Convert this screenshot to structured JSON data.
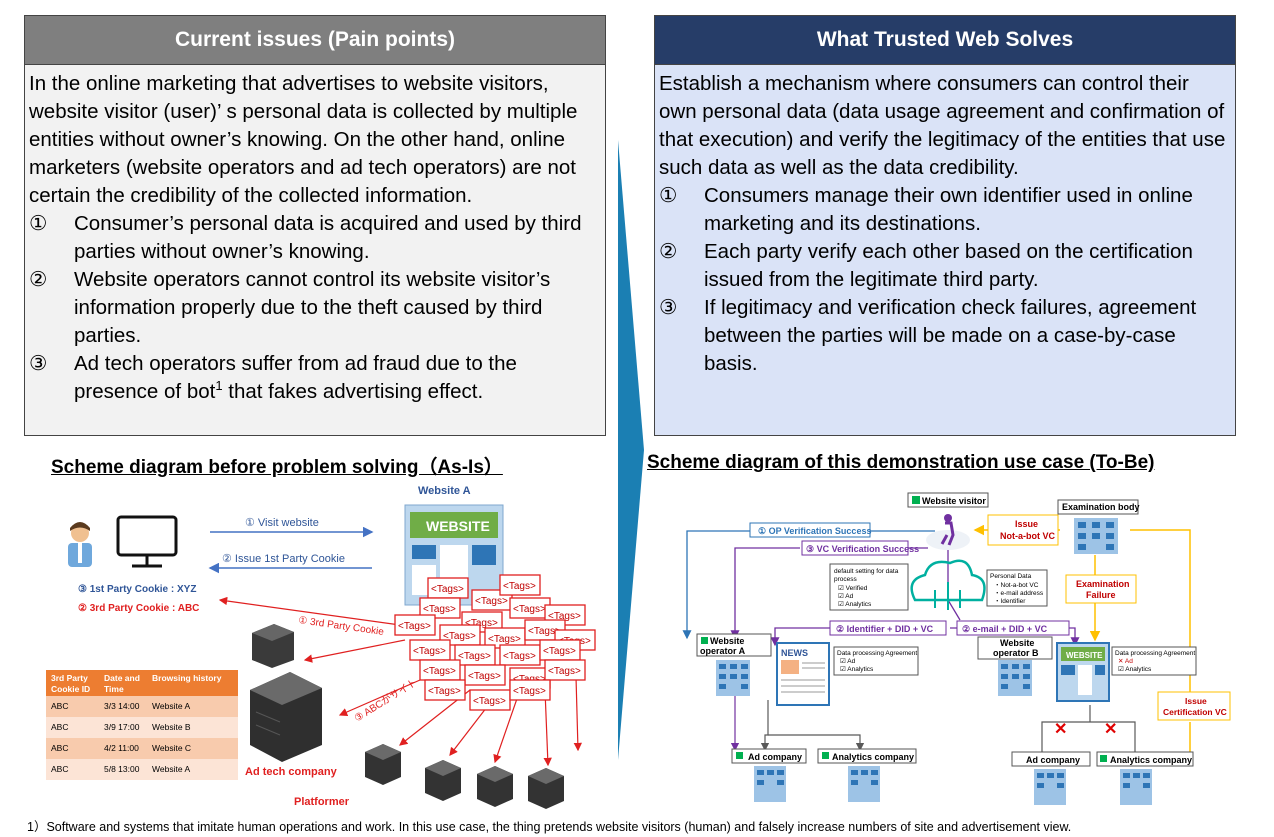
{
  "left_panel": {
    "header": "Current issues (Pain points)",
    "intro": "In  the online marketing that advertises to website visitors, website visitor (user)’ s personal data is collected by multiple entities without owner’s knowing. On the other hand, online marketers (website operators and ad tech operators) are not certain the credibility of the collected information.",
    "items": [
      {
        "num": "①",
        "text": "Consumer’s personal data is acquired and used by third parties without owner’s knowing."
      },
      {
        "num": "②",
        "text": "Website operators cannot control its website visitor’s information properly due to the theft caused by third parties."
      },
      {
        "num": "③",
        "text_before": "Ad tech operators suffer from ad fraud due to the presence of bot",
        "sup": "1",
        "text_after": " that fakes advertising effect."
      }
    ]
  },
  "right_panel": {
    "header": "What Trusted Web Solves",
    "intro": "Establish a mechanism where consumers can control their own personal data (data usage agreement and confirmation of that execution) and verify the legitimacy of the entities that use such data as well as the data credibility.",
    "items": [
      {
        "num": "①",
        "text": "Consumers manage their own identifier used in online marketing and its destinations."
      },
      {
        "num": "②",
        "text": "Each party verify each other based on the certification issued from the legitimate third party."
      },
      {
        "num": "③",
        "text": "If legitimacy and verification check failures, agreement between the parties will be made on a case-by-case basis."
      }
    ]
  },
  "as_is": {
    "title": "Scheme diagram before problem solving（As-Is）",
    "website_label": "Website A",
    "website_sign": "WEBSITE",
    "arrow1": "①  Visit website",
    "arrow2": "②  Issue 1st Party Cookie",
    "cookie1": "③ 1st Party Cookie : XYZ",
    "cookie2": "② 3rd Party Cookie : ABC",
    "cookie3": "① 3rd Party Cookie",
    "diag_jp": "③ ABCがサイト",
    "tag": "<Tags>",
    "table_headers": [
      "3rd Party Cookie ID",
      "Date and Time",
      "Browsing history"
    ],
    "table_rows": [
      [
        "ABC",
        "3/3 14:00",
        "Website A"
      ],
      [
        "ABC",
        "3/9 17:00",
        "Website B"
      ],
      [
        "ABC",
        "4/2 11:00",
        "Website C"
      ],
      [
        "ABC",
        "5/8 13:00",
        "Website A"
      ]
    ],
    "ad_tech": "Ad tech company",
    "platformer": "Platformer"
  },
  "to_be": {
    "title": "Scheme diagram of this demonstration use case (To-Be)",
    "visitor": "Website visitor",
    "exam_body": "Examination body",
    "op_success": "① OP Verification Success",
    "vc_success": "③ VC Verification Success",
    "issue_nab": "Issue Not-a-bot VC",
    "exam_failure": "Examination Failure",
    "default_setting_title": "default setting for data process",
    "default_setting_items": [
      "Verified",
      "Ad",
      "Analytics"
    ],
    "personal_data_title": "Personal Data",
    "personal_data_items": [
      "Not-a-bot VC",
      "e-mail address",
      "Identifier"
    ],
    "op_a": "Website operator A",
    "op_b": "Website operator B",
    "flow_a": "② Identifier + DID + VC",
    "flow_b": "② e-mail + DID + VC",
    "dpa_title": "Data processing Agreement",
    "dpa_a_items": [
      "Ad",
      "Analytics"
    ],
    "dpa_b_items": [
      "Ad",
      "Analytics"
    ],
    "news": "NEWS",
    "website_sign": "WEBSITE",
    "issue_cert": "Issue Certification VC",
    "ad_company": "Ad company",
    "analytics_company": "Analytics company"
  },
  "footnote": "1）Software and systems that imitate human operations and work. In this use case, the thing pretends website visitors (human) and falsely increase numbers of site and advertisement view."
}
